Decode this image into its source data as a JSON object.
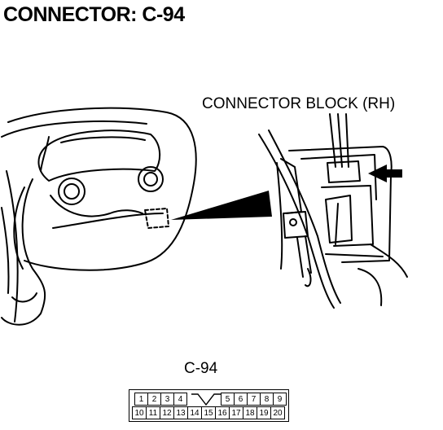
{
  "title": "CONNECTOR: C-94",
  "illustration": {
    "callout_label": "CONNECTOR BLOCK (RH)"
  },
  "connector": {
    "label": "C-94",
    "top_row": [
      "1",
      "2",
      "3",
      "4",
      "",
      "5",
      "6",
      "7",
      "8",
      "9"
    ],
    "bottom_row": [
      "10",
      "11",
      "12",
      "13",
      "14",
      "15",
      "16",
      "17",
      "18",
      "19",
      "20"
    ],
    "key_icon": "key-notch-icon"
  }
}
